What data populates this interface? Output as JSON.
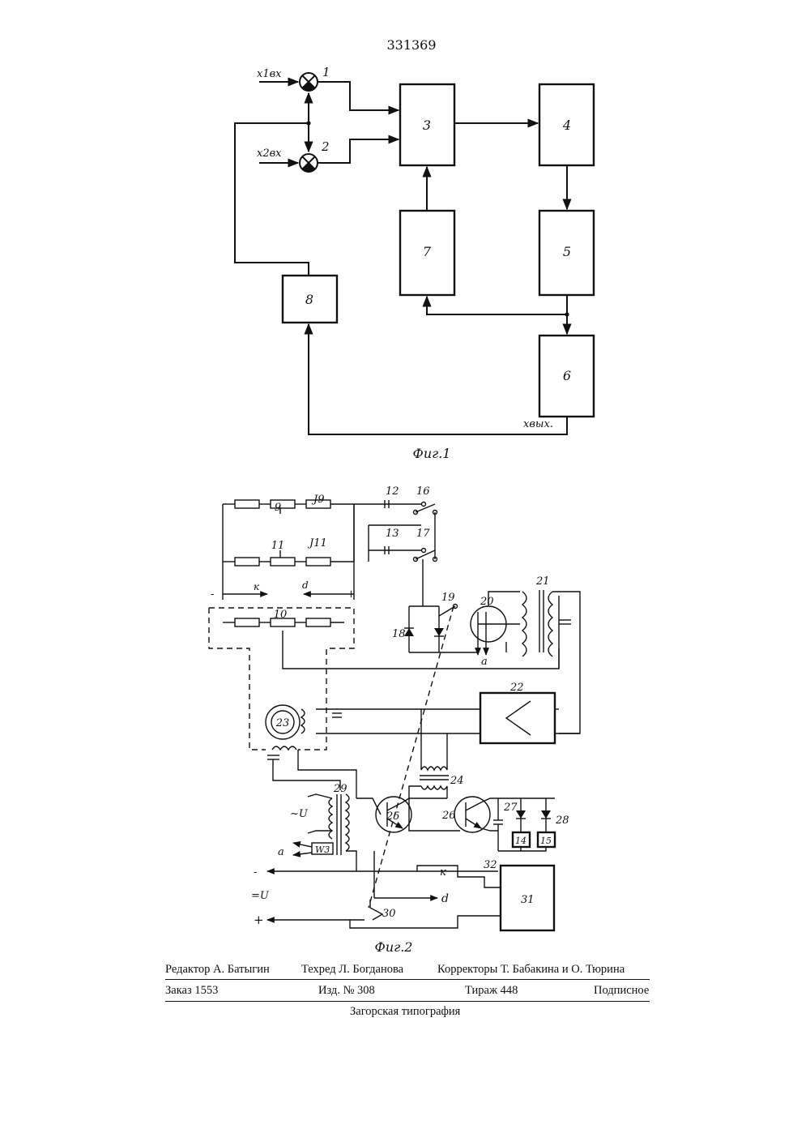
{
  "document": {
    "patent_number": "331369",
    "fig1": {
      "caption": "Фиг.1",
      "inputs": [
        "x1вх",
        "x2вх"
      ],
      "output": "xвых.",
      "blocks": [
        "1",
        "2",
        "3",
        "4",
        "5",
        "6",
        "7",
        "8"
      ]
    },
    "fig2": {
      "caption": "Фиг.2",
      "labels": {
        "n9": "9",
        "i9": "J9",
        "n11": "11",
        "i11": "J11",
        "n10": "10",
        "n12": "12",
        "n13": "13",
        "n16": "16",
        "n17": "17",
        "n18": "18",
        "n19": "19",
        "n20": "20",
        "n21": "21",
        "n22": "22",
        "n23": "23",
        "n24": "24",
        "n25": "25",
        "n26": "26",
        "n27": "27",
        "n28": "28",
        "n29": "29",
        "n30": "30",
        "n31": "31",
        "n32": "32",
        "n14": "14",
        "n15": "15",
        "k": "к",
        "d": "d",
        "plus": "+",
        "minus": "-",
        "a_top": "a",
        "a_left": "a",
        "w3": "W3",
        "ac_u": "~U",
        "dc_u": "=U",
        "plus_bus": "+",
        "minus_bus": "-",
        "k_out": "к",
        "d_out": "d"
      }
    },
    "footer": {
      "line1": [
        "Редактор А. Батыгин",
        "Техред Л. Богданова",
        "Корректоры Т. Бабакина и О. Тюрина"
      ],
      "line2": [
        "Заказ 1553",
        "Изд. № 308",
        "Тираж 448",
        "Подписное"
      ],
      "line3": "Загорская типография"
    }
  }
}
